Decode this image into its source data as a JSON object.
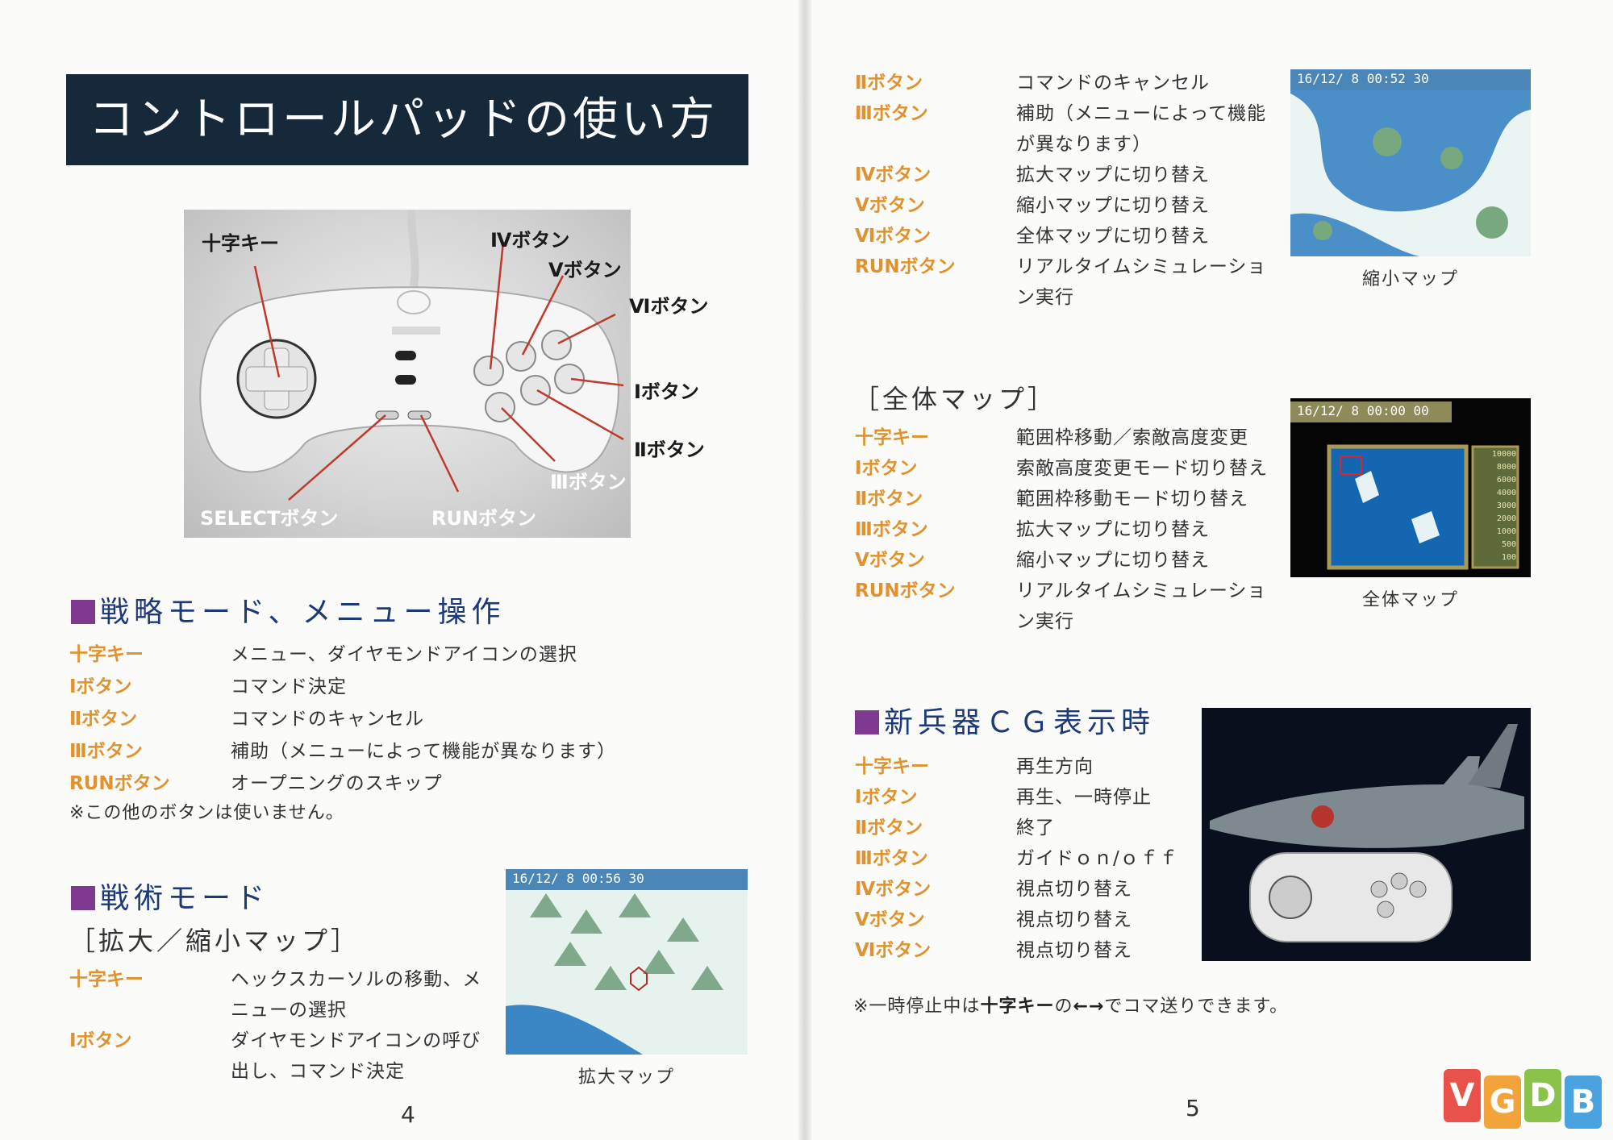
{
  "left_page": {
    "title": "コントロールパッドの使い方",
    "pad_labels": {
      "dpad": "十字キー",
      "b4": "Ⅳボタン",
      "b5": "Ⅴボタン",
      "b6": "Ⅵボタン",
      "b1": "Ⅰボタン",
      "b2": "Ⅱボタン",
      "b3": "Ⅲボタン",
      "select": "SELECTボタン",
      "run": "RUNボタン"
    },
    "section1": {
      "heading": "戦略モード、メニュー操作",
      "rows": [
        {
          "key": "十字キー",
          "desc": "メニュー、ダイヤモンドアイコンの選択"
        },
        {
          "key": "Ⅰボタン",
          "desc": "コマンド決定"
        },
        {
          "key": "Ⅱボタン",
          "desc": "コマンドのキャンセル"
        },
        {
          "key": "Ⅲボタン",
          "desc": "補助（メニューによって機能が異なります）"
        },
        {
          "key": "RUNボタン",
          "desc": "オープニングのスキップ"
        }
      ],
      "note": "※この他のボタンは使いません。"
    },
    "section2": {
      "heading": "戦術モード",
      "subheading": "［拡大／縮小マップ］",
      "rows": [
        {
          "key": "十字キー",
          "desc": "ヘックスカーソルの移動、メニューの選択"
        },
        {
          "key": "Ⅰボタン",
          "desc": "ダイヤモンドアイコンの呼び出し、コマンド決定"
        }
      ],
      "screenshot_hud": "16/12/ 8 00:56 30",
      "caption": "拡大マップ"
    },
    "page_number": "4"
  },
  "right_page": {
    "section_top": {
      "rows": [
        {
          "key": "Ⅱボタン",
          "desc": "コマンドのキャンセル"
        },
        {
          "key": "Ⅲボタン",
          "desc": "補助（メニューによって機能が異なります）"
        },
        {
          "key": "Ⅳボタン",
          "desc": "拡大マップに切り替え"
        },
        {
          "key": "Ⅴボタン",
          "desc": "縮小マップに切り替え"
        },
        {
          "key": "Ⅵボタン",
          "desc": "全体マップに切り替え"
        },
        {
          "key": "RUNボタン",
          "desc": "リアルタイムシミュレーション実行"
        }
      ],
      "screenshot_hud": "16/12/ 8 00:52 30",
      "caption": "縮小マップ"
    },
    "section_overall": {
      "subheading": "［全体マップ］",
      "rows": [
        {
          "key": "十字キー",
          "desc": "範囲枠移動／索敵高度変更"
        },
        {
          "key": "Ⅰボタン",
          "desc": "索敵高度変更モード切り替え"
        },
        {
          "key": "Ⅱボタン",
          "desc": "範囲枠移動モード切り替え"
        },
        {
          "key": "Ⅲボタン",
          "desc": "拡大マップに切り替え"
        },
        {
          "key": "Ⅴボタン",
          "desc": "縮小マップに切り替え"
        },
        {
          "key": "RUNボタン",
          "desc": "リアルタイムシミュレーション実行"
        }
      ],
      "screenshot_hud": "16/12/ 8 00:00 00",
      "altitudes": [
        "10000",
        "8000",
        "6000",
        "4000",
        "3000",
        "2000",
        "1000",
        "500",
        "100"
      ],
      "caption": "全体マップ"
    },
    "section_cg": {
      "heading": "新兵器ＣＧ表示時",
      "rows": [
        {
          "key": "十字キー",
          "desc": "再生方向"
        },
        {
          "key": "Ⅰボタン",
          "desc": "再生、一時停止"
        },
        {
          "key": "Ⅱボタン",
          "desc": "終了"
        },
        {
          "key": "Ⅲボタン",
          "desc": "ガイドｏｎ/ｏｆｆ"
        },
        {
          "key": "Ⅳボタン",
          "desc": "視点切り替え"
        },
        {
          "key": "Ⅴボタン",
          "desc": "視点切り替え"
        },
        {
          "key": "Ⅵボタン",
          "desc": "視点切り替え"
        }
      ],
      "note_prefix": "※一時停止中は",
      "note_key": "十字キー",
      "note_mid": "の",
      "note_arrows": "←→",
      "note_suffix": "でコマ送りできます。"
    },
    "page_number": "5"
  },
  "watermark": {
    "letters": [
      "V",
      "G",
      "D",
      "B"
    ],
    "colors": [
      "#e8524a",
      "#f2a33a",
      "#8bc34a",
      "#4aa3df"
    ]
  }
}
